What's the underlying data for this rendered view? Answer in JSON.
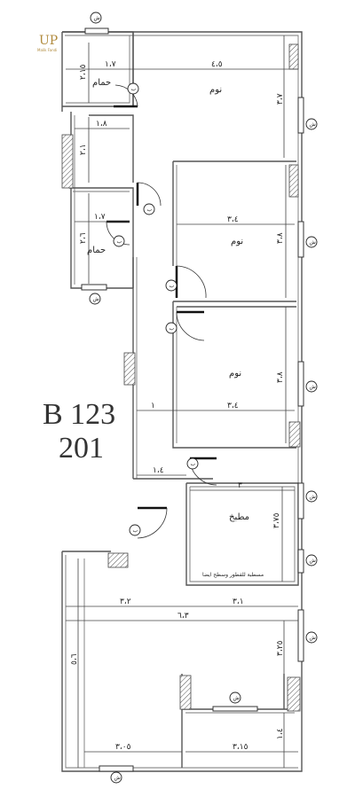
{
  "brand": {
    "logo_text": "UP",
    "logo_sub": "Malik Fandi",
    "logo_color": "#b08a3c"
  },
  "building": {
    "block": "B 123",
    "unit": "201"
  },
  "rooms": {
    "bath1": "حمام",
    "bed1": "نوم",
    "bath2": "حمام",
    "bed2": "نوم",
    "bed3": "نوم",
    "kitchen": "مطبخ",
    "kitchen_note": "مسطبة للفطور وسطح ايضا"
  },
  "dims": {
    "bath1_w": "١،٧",
    "bath1_h": "٢،١٥",
    "bed1_w": "٤،٥",
    "bed1_h": "٣،٧",
    "hall_w": "١،٨",
    "hall_h": "٢،١",
    "bath2_w": "١،٧",
    "bath2_h": "٢،٦",
    "bed2_w": "٣،٤",
    "bed2_h": "٣،٨",
    "bed3_h": "٣،٨",
    "corr": "١",
    "bed3_w": "٣،٤",
    "pass_w": "١،٤",
    "kitchen_w": "٣",
    "kitchen_h": "٣،٧٥",
    "living_left": "٣،٢",
    "living_right": "٣،١",
    "living_total": "٦،٣",
    "living_h": "٥،٦",
    "living_h2": "٣،٢٥",
    "bottom_left": "٣،٠٥",
    "bottom_right": "٣،١٥",
    "bottom_h": "١،٤"
  },
  "tags": {
    "window": "ش",
    "door": "ب"
  }
}
